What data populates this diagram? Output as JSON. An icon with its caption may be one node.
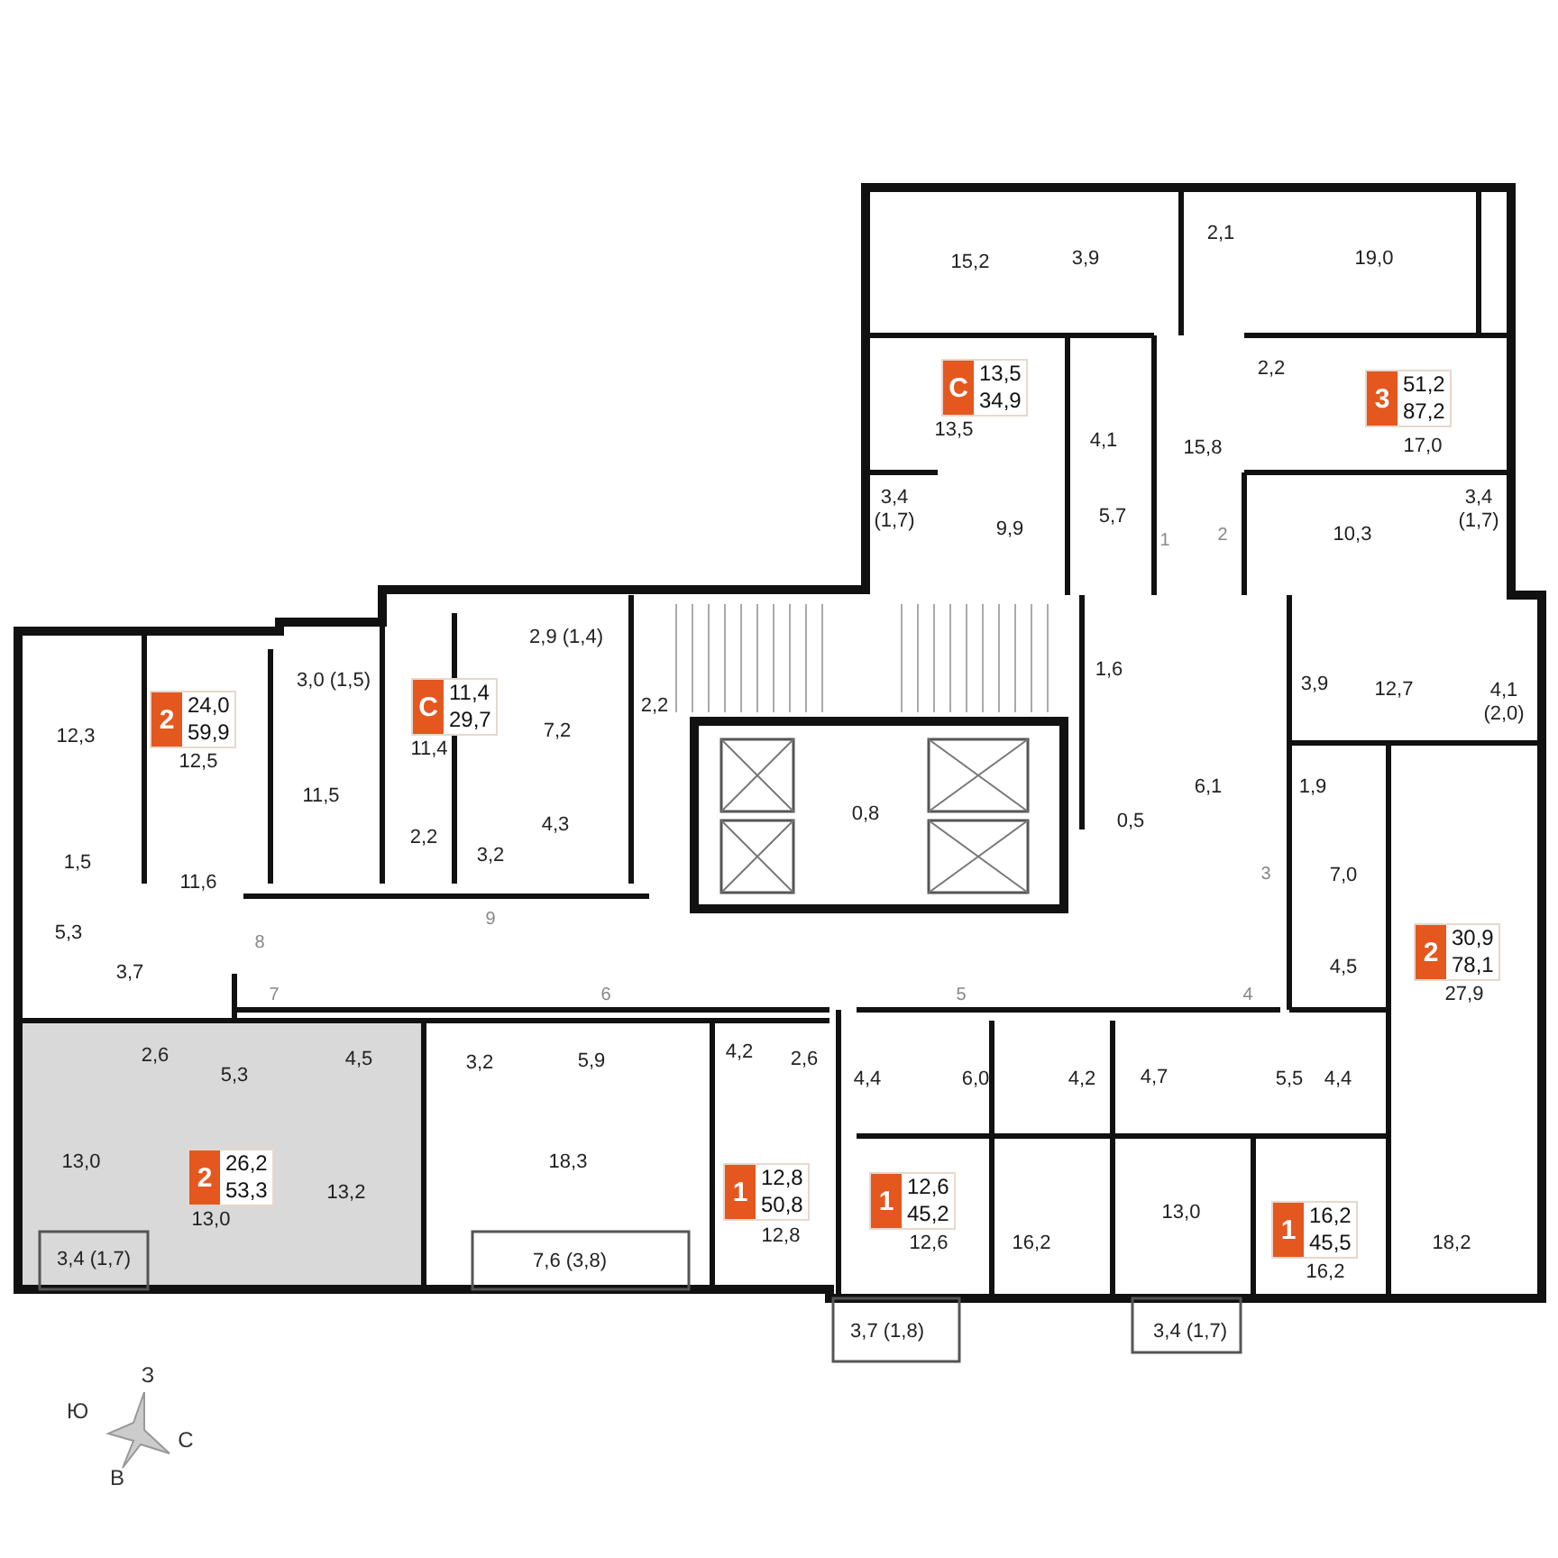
{
  "diagram": {
    "nodes": [
      {
        "text": [
          "С",
          "13,5",
          "34,9"
        ]
      },
      {
        "text": [
          "3",
          "51,2",
          "87,2"
        ]
      },
      {
        "text": [
          "2",
          "24,0",
          "59,9"
        ]
      },
      {
        "text": [
          "С",
          "11,4",
          "29,7"
        ]
      },
      {
        "text": [
          "2",
          "30,9",
          "78,1"
        ]
      },
      {
        "text": [
          "2",
          "26,2",
          "53,3"
        ]
      },
      {
        "text": [
          "1",
          "12,8",
          "50,8"
        ]
      },
      {
        "text": [
          "1",
          "12,6",
          "45,2"
        ]
      },
      {
        "text": [
          "1",
          "16,2",
          "45,5"
        ]
      }
    ],
    "labels": [
      "3,9",
      "2,1",
      "15,2",
      "19,0",
      "4,1",
      "2,2",
      "13,5",
      "17,0",
      "15,8",
      "3,4 (1,7)",
      "9,9",
      "5,7",
      "3,4 (1,7)",
      "10,3",
      "1",
      "2",
      "2,9 (1,4)",
      "1,6",
      "3,0 (1,5)",
      "3,9",
      "12,7",
      "4,1 (2,0)",
      "2,2",
      "7,2",
      "12,3",
      "11,4",
      "12,5",
      "1,9",
      "6,1",
      "11,5",
      "0,8",
      "0,5",
      "4,3",
      "2,2",
      "3,2",
      "1,5",
      "3",
      "7,0",
      "11,6",
      "9",
      "5,3",
      "8",
      "4,5",
      "3,7",
      "27,9",
      "7",
      "6",
      "5",
      "4",
      "2,6",
      "4,5",
      "2,6",
      "3,2",
      "5,9",
      "4,2",
      "5,3",
      "4,4",
      "6,0",
      "4,2",
      "4,7",
      "5,5",
      "4,4",
      "13,0",
      "18,3",
      "13,2",
      "13,0",
      "13,0",
      "12,8",
      "12,6",
      "16,2",
      "18,2",
      "3,4 (1,7)",
      "7,6 (3,8)",
      "16,2",
      "3,7 (1,8)",
      "3,4 (1,7)",
      "З",
      "Ю",
      "С",
      "В"
    ]
  }
}
